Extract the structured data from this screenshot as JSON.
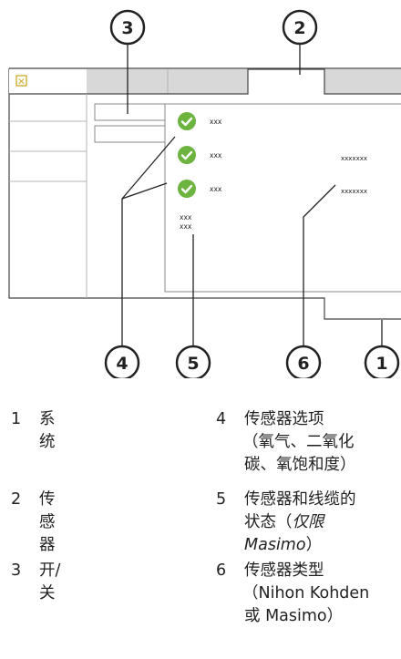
{
  "diagram": {
    "callouts": [
      "1",
      "2",
      "3",
      "4",
      "5",
      "6"
    ],
    "status_rows": [
      {
        "label": "xxx"
      },
      {
        "label": "xxx"
      },
      {
        "label": "xxx"
      }
    ],
    "status_text": [
      "xxx",
      "xxx"
    ],
    "type_text": [
      "xxxxxxx",
      "xxxxxxx"
    ],
    "close_glyph": "×"
  },
  "legend": [
    {
      "num": "1",
      "lines": [
        "系统"
      ]
    },
    {
      "num": "2",
      "lines": [
        "传感器"
      ]
    },
    {
      "num": "3",
      "lines": [
        "开/关"
      ]
    },
    {
      "num": "4",
      "lines": [
        "传感器选项",
        "（氧气、二氧化",
        "碳、氧饱和度）"
      ]
    },
    {
      "num": "5",
      "lines": [
        "传感器和线缆的",
        "状态（",
        "仅限",
        "Masimo",
        "）"
      ]
    },
    {
      "num": "6",
      "lines": [
        "传感器类型",
        "（Nihon Kohden",
        "或 Masimo）"
      ]
    }
  ],
  "colors": {
    "check_green": "#6db33f",
    "line": "#222222",
    "window_border": "#444444",
    "tab_fill": "#d8d8d8",
    "divider": "#b5b5b5",
    "close_box": "#c8a418"
  }
}
